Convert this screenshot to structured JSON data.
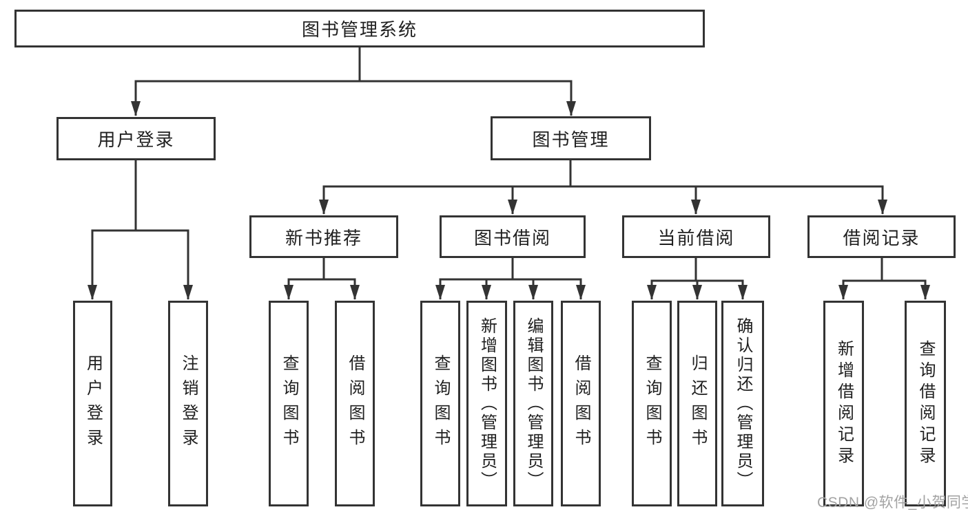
{
  "diagram": {
    "root": {
      "label": "图书管理系统"
    },
    "level2": [
      {
        "label": "用户登录"
      },
      {
        "label": "图书管理"
      }
    ],
    "level3": [
      {
        "label": "新书推荐"
      },
      {
        "label": "图书借阅"
      },
      {
        "label": "当前借阅"
      },
      {
        "label": "借阅记录"
      }
    ],
    "leaves": [
      {
        "label": "用户登录"
      },
      {
        "label": "注销登录"
      },
      {
        "label": "查询图书"
      },
      {
        "label": "借阅图书"
      },
      {
        "label": "查询图书"
      },
      {
        "label": "新增图书（管理员）"
      },
      {
        "label": "编辑图书（管理员）"
      },
      {
        "label": "借阅图书"
      },
      {
        "label": "查询图书"
      },
      {
        "label": "归还图书"
      },
      {
        "label": "确认归还（管理员）"
      },
      {
        "label": "新增借阅记录"
      },
      {
        "label": "查询借阅记录"
      }
    ],
    "watermark": {
      "text": "CSDN @软件_小贺同学"
    },
    "colors": {
      "line": "#333333",
      "text": "#1f1f1f",
      "watermark": "#a2a2a2",
      "background": "#ffffff"
    }
  }
}
